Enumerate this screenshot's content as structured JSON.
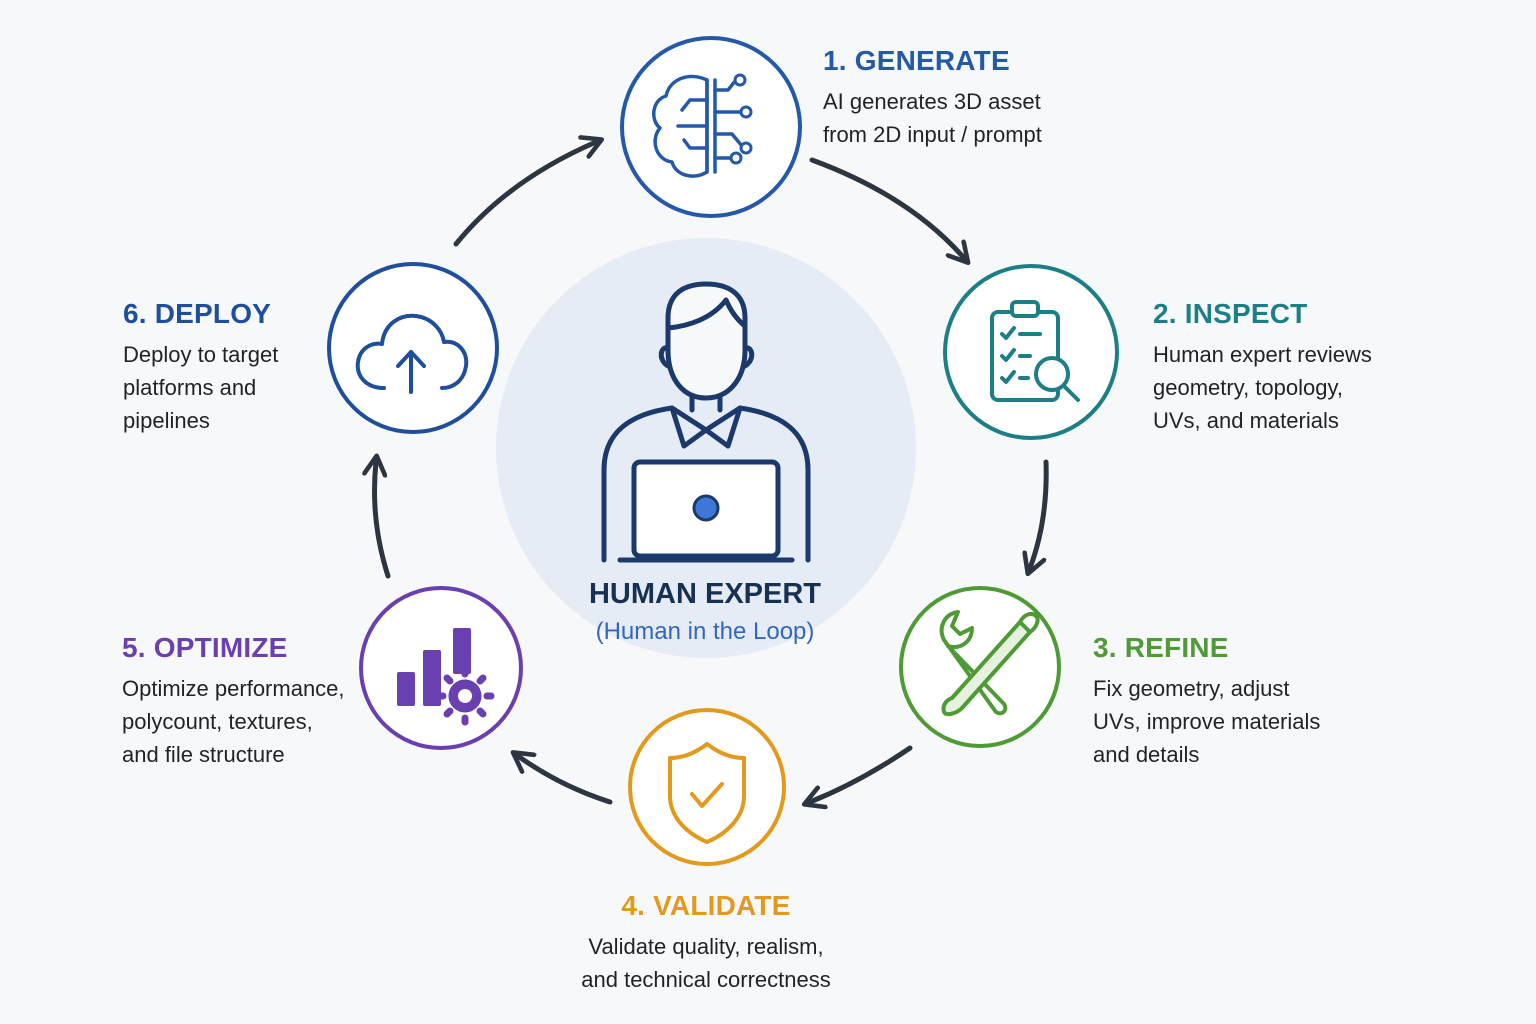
{
  "center": {
    "title": "HUMAN EXPERT",
    "subtitle": "(Human in the Loop)"
  },
  "steps": [
    {
      "title": "1. GENERATE",
      "lines": [
        "AI generates 3D asset",
        "from 2D input / prompt"
      ],
      "color": "#2458a8",
      "icon": "brain-circuit-icon"
    },
    {
      "title": "2. INSPECT",
      "lines": [
        "Human expert reviews",
        "geometry, topology,",
        "UVs, and materials"
      ],
      "color": "#1d7f86",
      "icon": "clipboard-magnifier-icon"
    },
    {
      "title": "3. REFINE",
      "lines": [
        "Fix geometry, adjust",
        "UVs, improve materials",
        "and details"
      ],
      "color": "#4e9a34",
      "icon": "wrench-brush-icon"
    },
    {
      "title": "4. VALIDATE",
      "lines": [
        "Validate quality, realism,",
        "and technical correctness"
      ],
      "color": "#e39a1c",
      "icon": "shield-check-icon"
    },
    {
      "title": "5. OPTIMIZE",
      "lines": [
        "Optimize performance,",
        "polycount, textures,",
        "and file structure"
      ],
      "color": "#6a3fb0",
      "icon": "bar-chart-gear-icon"
    },
    {
      "title": "6. DEPLOY",
      "lines": [
        "Deploy to target",
        "platforms and",
        "pipelines"
      ],
      "color": "#1f4e9c",
      "icon": "cloud-upload-icon"
    }
  ],
  "colors": {
    "arrow": "#2d3640",
    "center_halo": "#e6ecf6",
    "person_stroke": "#1b3a6b",
    "laptop_dot": "#3e78d6"
  }
}
